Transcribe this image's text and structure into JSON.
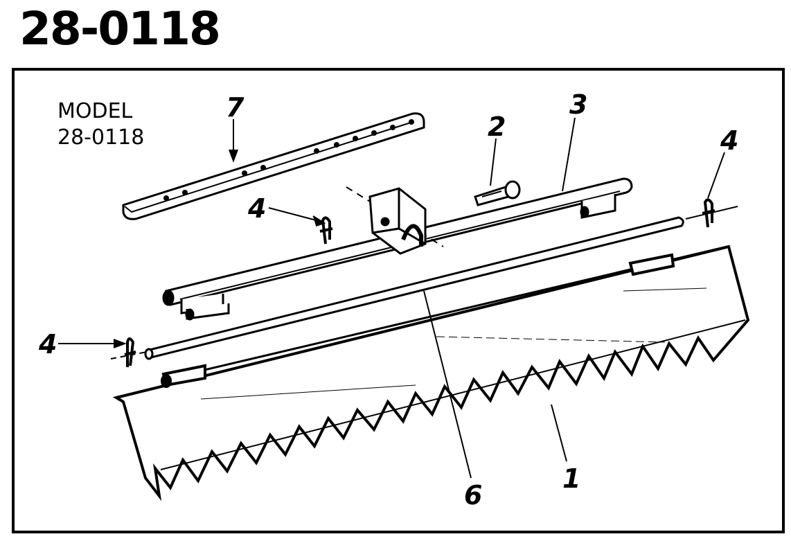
{
  "title": "28-0118",
  "model_label": {
    "line1": "MODEL",
    "line2": "28-0118"
  },
  "callouts": {
    "one": "1",
    "two": "2",
    "three": "3",
    "four": "4",
    "six": "6",
    "seven": "7"
  }
}
